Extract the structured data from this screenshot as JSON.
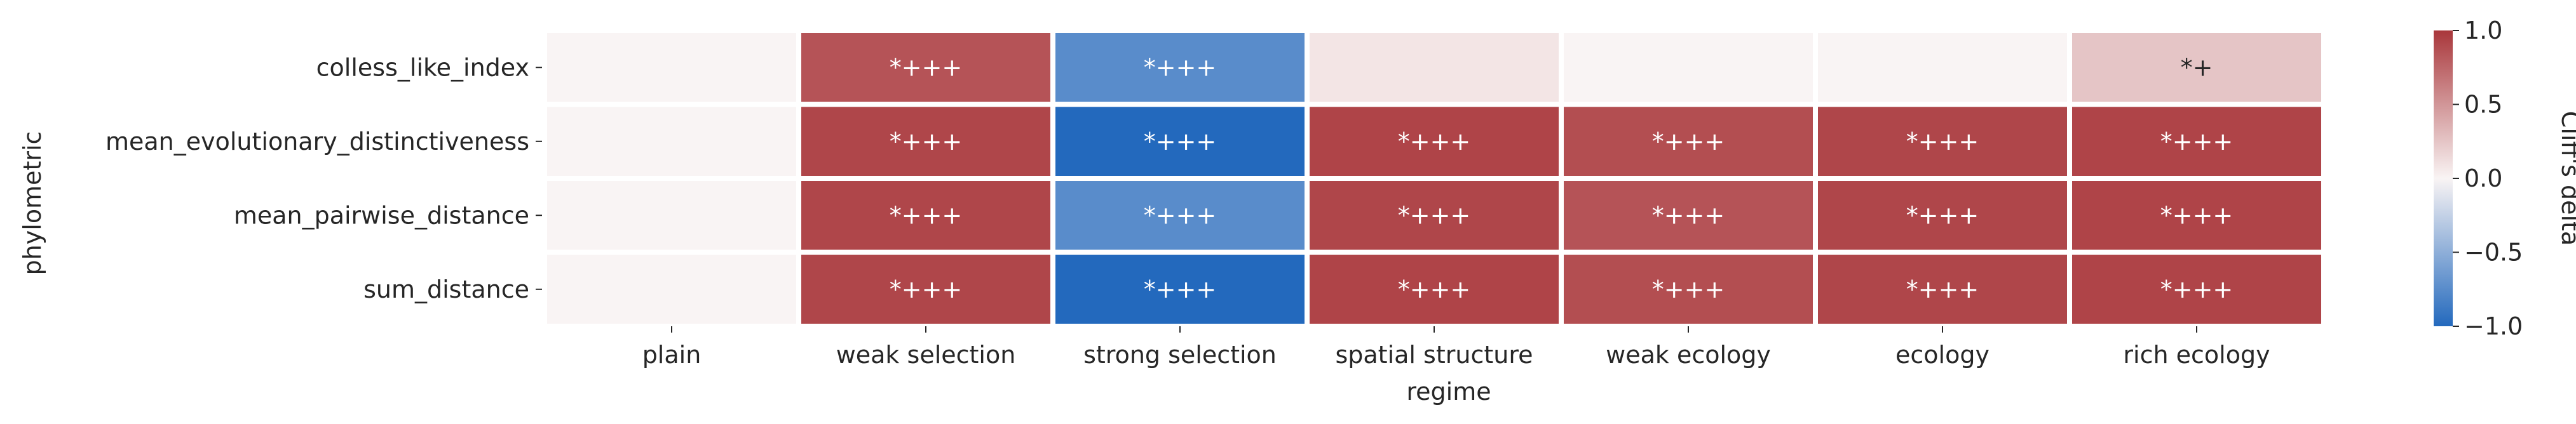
{
  "chart_data": {
    "type": "heatmap",
    "xlabel": "regime",
    "ylabel": "phylometric",
    "x_categories": [
      "plain",
      "weak selection",
      "strong selection",
      "spatial structure",
      "weak ecology",
      "ecology",
      "rich ecology"
    ],
    "y_categories": [
      "colless_like_index",
      "mean_evolutionary_distinctiveness",
      "mean_pairwise_distance",
      "sum_distance"
    ],
    "values": [
      [
        0.0,
        0.85,
        -0.75,
        0.08,
        0.0,
        0.0,
        0.25
      ],
      [
        0.0,
        0.92,
        -1.0,
        0.93,
        0.88,
        0.92,
        0.93
      ],
      [
        0.0,
        0.92,
        -0.75,
        0.92,
        0.85,
        0.92,
        0.93
      ],
      [
        0.0,
        0.92,
        -1.0,
        0.93,
        0.88,
        0.92,
        0.93
      ]
    ],
    "annotations": [
      [
        "",
        "*+++",
        "*+++",
        "",
        "",
        "",
        "*+"
      ],
      [
        "",
        "*+++",
        "*+++",
        "*+++",
        "*+++",
        "*+++",
        "*+++"
      ],
      [
        "",
        "*+++",
        "*+++",
        "*+++",
        "*+++",
        "*+++",
        "*+++"
      ],
      [
        "",
        "*+++",
        "*+++",
        "*+++",
        "*+++",
        "*+++",
        "*+++"
      ]
    ],
    "colorbar": {
      "label": "Cliff's delta",
      "range": [
        -1.0,
        1.0
      ],
      "ticks": [
        "-1.0",
        "-0.5",
        "0.0",
        "0.5",
        "1.0"
      ],
      "tick_values": [
        -1.0,
        -0.5,
        0.0,
        0.5,
        1.0
      ],
      "colormap": "vlag",
      "low_color": "#2369bd",
      "mid_color": "#f9f4f4",
      "high_color": "#a9373b"
    }
  }
}
